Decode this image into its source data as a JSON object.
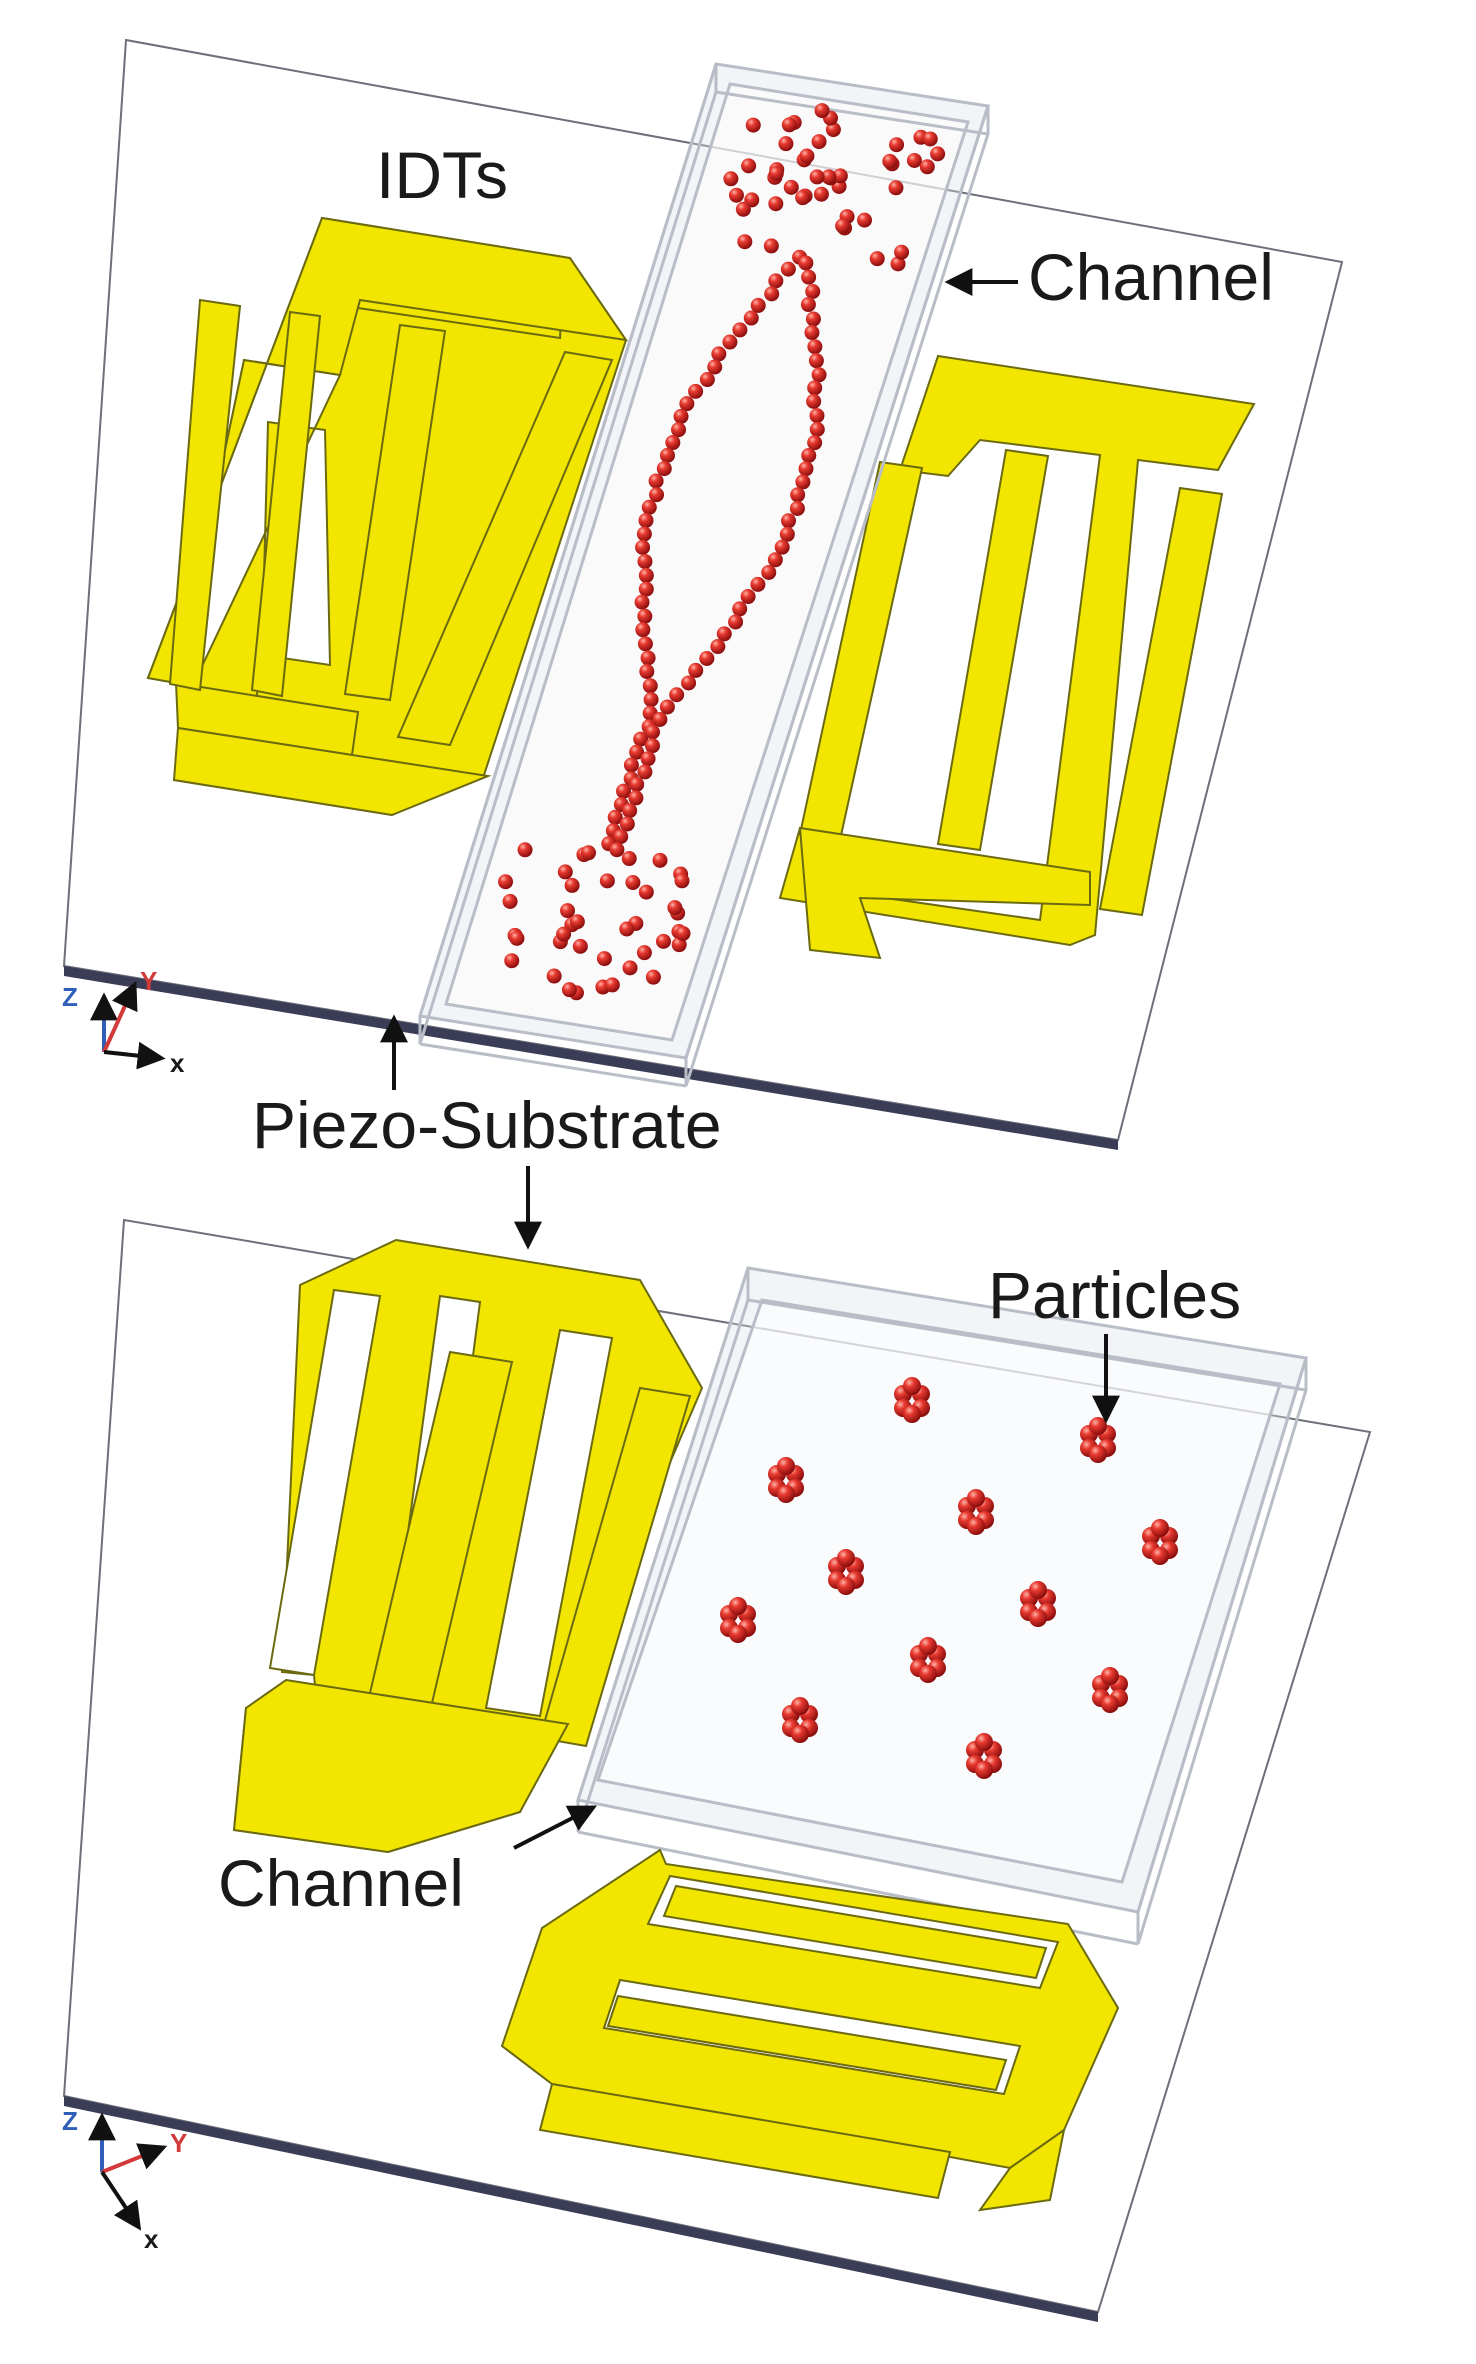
{
  "top_panel": {
    "label_idts": "IDTs",
    "label_channel": "Channel",
    "axes": {
      "z": "Z",
      "y": "Y",
      "x": "x"
    }
  },
  "shared": {
    "label_substrate": "Piezo-Substrate"
  },
  "bottom_panel": {
    "label_particles": "Particles",
    "label_channel": "Channel",
    "axes": {
      "z": "Z",
      "y": "Y",
      "x": "x"
    }
  },
  "colors": {
    "electrode": "#f2e600",
    "electrode_edge": "#6b6a10",
    "particle": "#d81f1f",
    "channel_wall": "#c8ccd4",
    "substrate_edge": "#3a3d55",
    "axis_z": "#2f5fb8",
    "axis_y": "#d23a3a",
    "axis_x": "#111111"
  }
}
